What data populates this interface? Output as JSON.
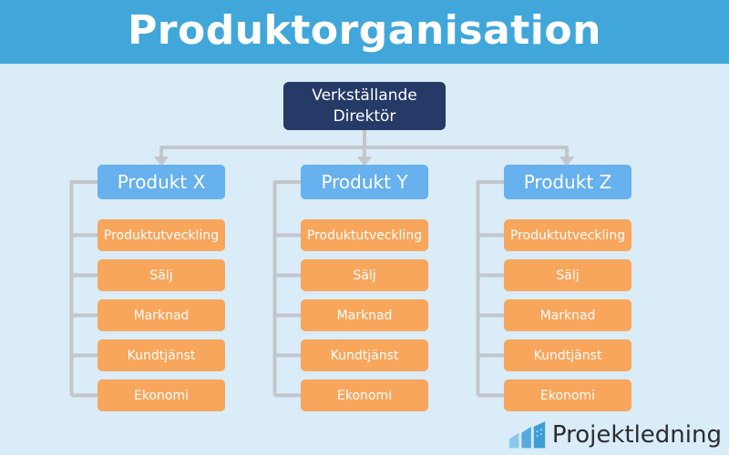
{
  "header": {
    "title": "Produktorganisation"
  },
  "org": {
    "root": {
      "label": "Verkställande Direktör"
    },
    "columns": [
      {
        "label": "Produkt X",
        "departments": [
          "Produktutveckling",
          "Sälj",
          "Marknad",
          "Kundtjänst",
          "Ekonomi"
        ]
      },
      {
        "label": "Produkt Y",
        "departments": [
          "Produktutveckling",
          "Sälj",
          "Marknad",
          "Kundtjänst",
          "Ekonomi"
        ]
      },
      {
        "label": "Produkt Z",
        "departments": [
          "Produktutveckling",
          "Sälj",
          "Marknad",
          "Kundtjänst",
          "Ekonomi"
        ]
      }
    ]
  },
  "footer": {
    "logo_text": "Projektledning",
    "logo_icon": "ascending-bars-icon"
  },
  "colors": {
    "header_bg": "#41a7da",
    "page_bg": "#d9ecf8",
    "ceo_bg": "#253a66",
    "product_bg": "#66b1ee",
    "department_bg": "#f8a65c",
    "connector": "#c3c6cb",
    "text_light": "#ffffff",
    "logo_text": "#2b2c32"
  }
}
